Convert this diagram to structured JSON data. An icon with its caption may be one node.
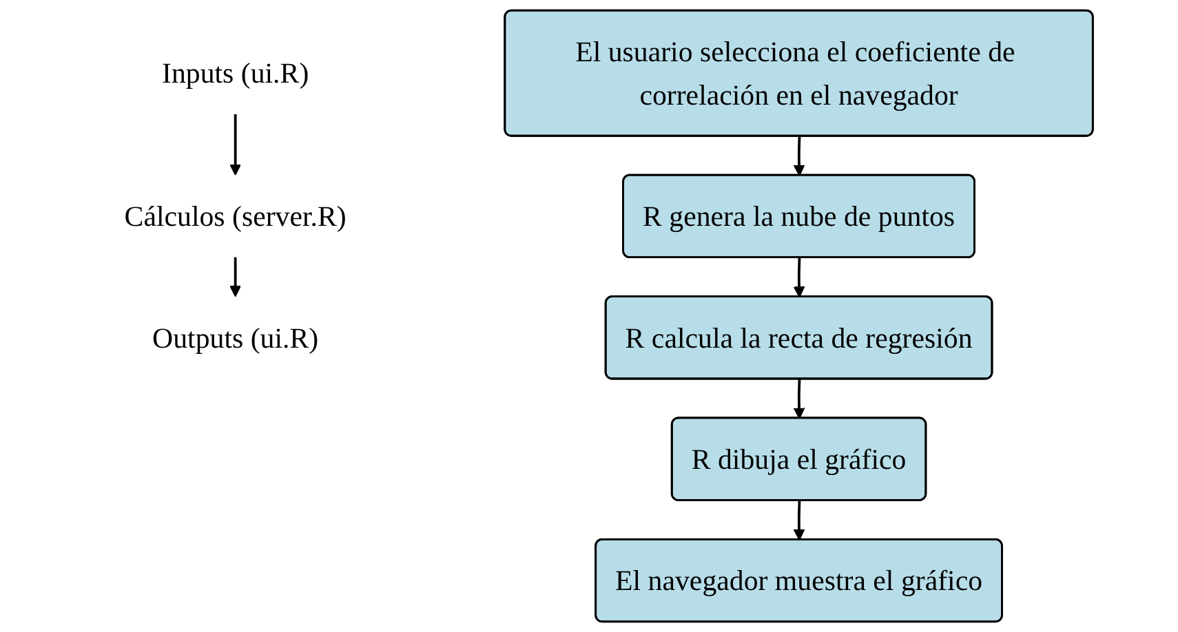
{
  "diagram": {
    "nodes": [
      {
        "text": [
          "Inputs (ui.R)"
        ]
      },
      {
        "text": [
          "Cálculos (server.R)"
        ]
      },
      {
        "text": [
          "Outputs (ui.R)"
        ]
      },
      {
        "text": [
          "El usuario selecciona el coeficiente de correlación en el navegador"
        ]
      },
      {
        "text": [
          "R genera la nube de puntos"
        ]
      },
      {
        "text": [
          "R calcula la recta de regresión"
        ]
      },
      {
        "text": [
          "R dibuja el gráfico"
        ]
      },
      {
        "text": [
          "El navegador muestra el gráfico"
        ]
      }
    ],
    "edges": [
      {
        "from": 0,
        "to": 1,
        "arrow": "to"
      },
      {
        "from": 1,
        "to": 2,
        "arrow": "to"
      },
      {
        "from": 3,
        "to": 4,
        "arrow": "to"
      },
      {
        "from": 4,
        "to": 5,
        "arrow": "to"
      },
      {
        "from": 5,
        "to": 6,
        "arrow": "to"
      },
      {
        "from": 6,
        "to": 7,
        "arrow": "to"
      }
    ]
  }
}
